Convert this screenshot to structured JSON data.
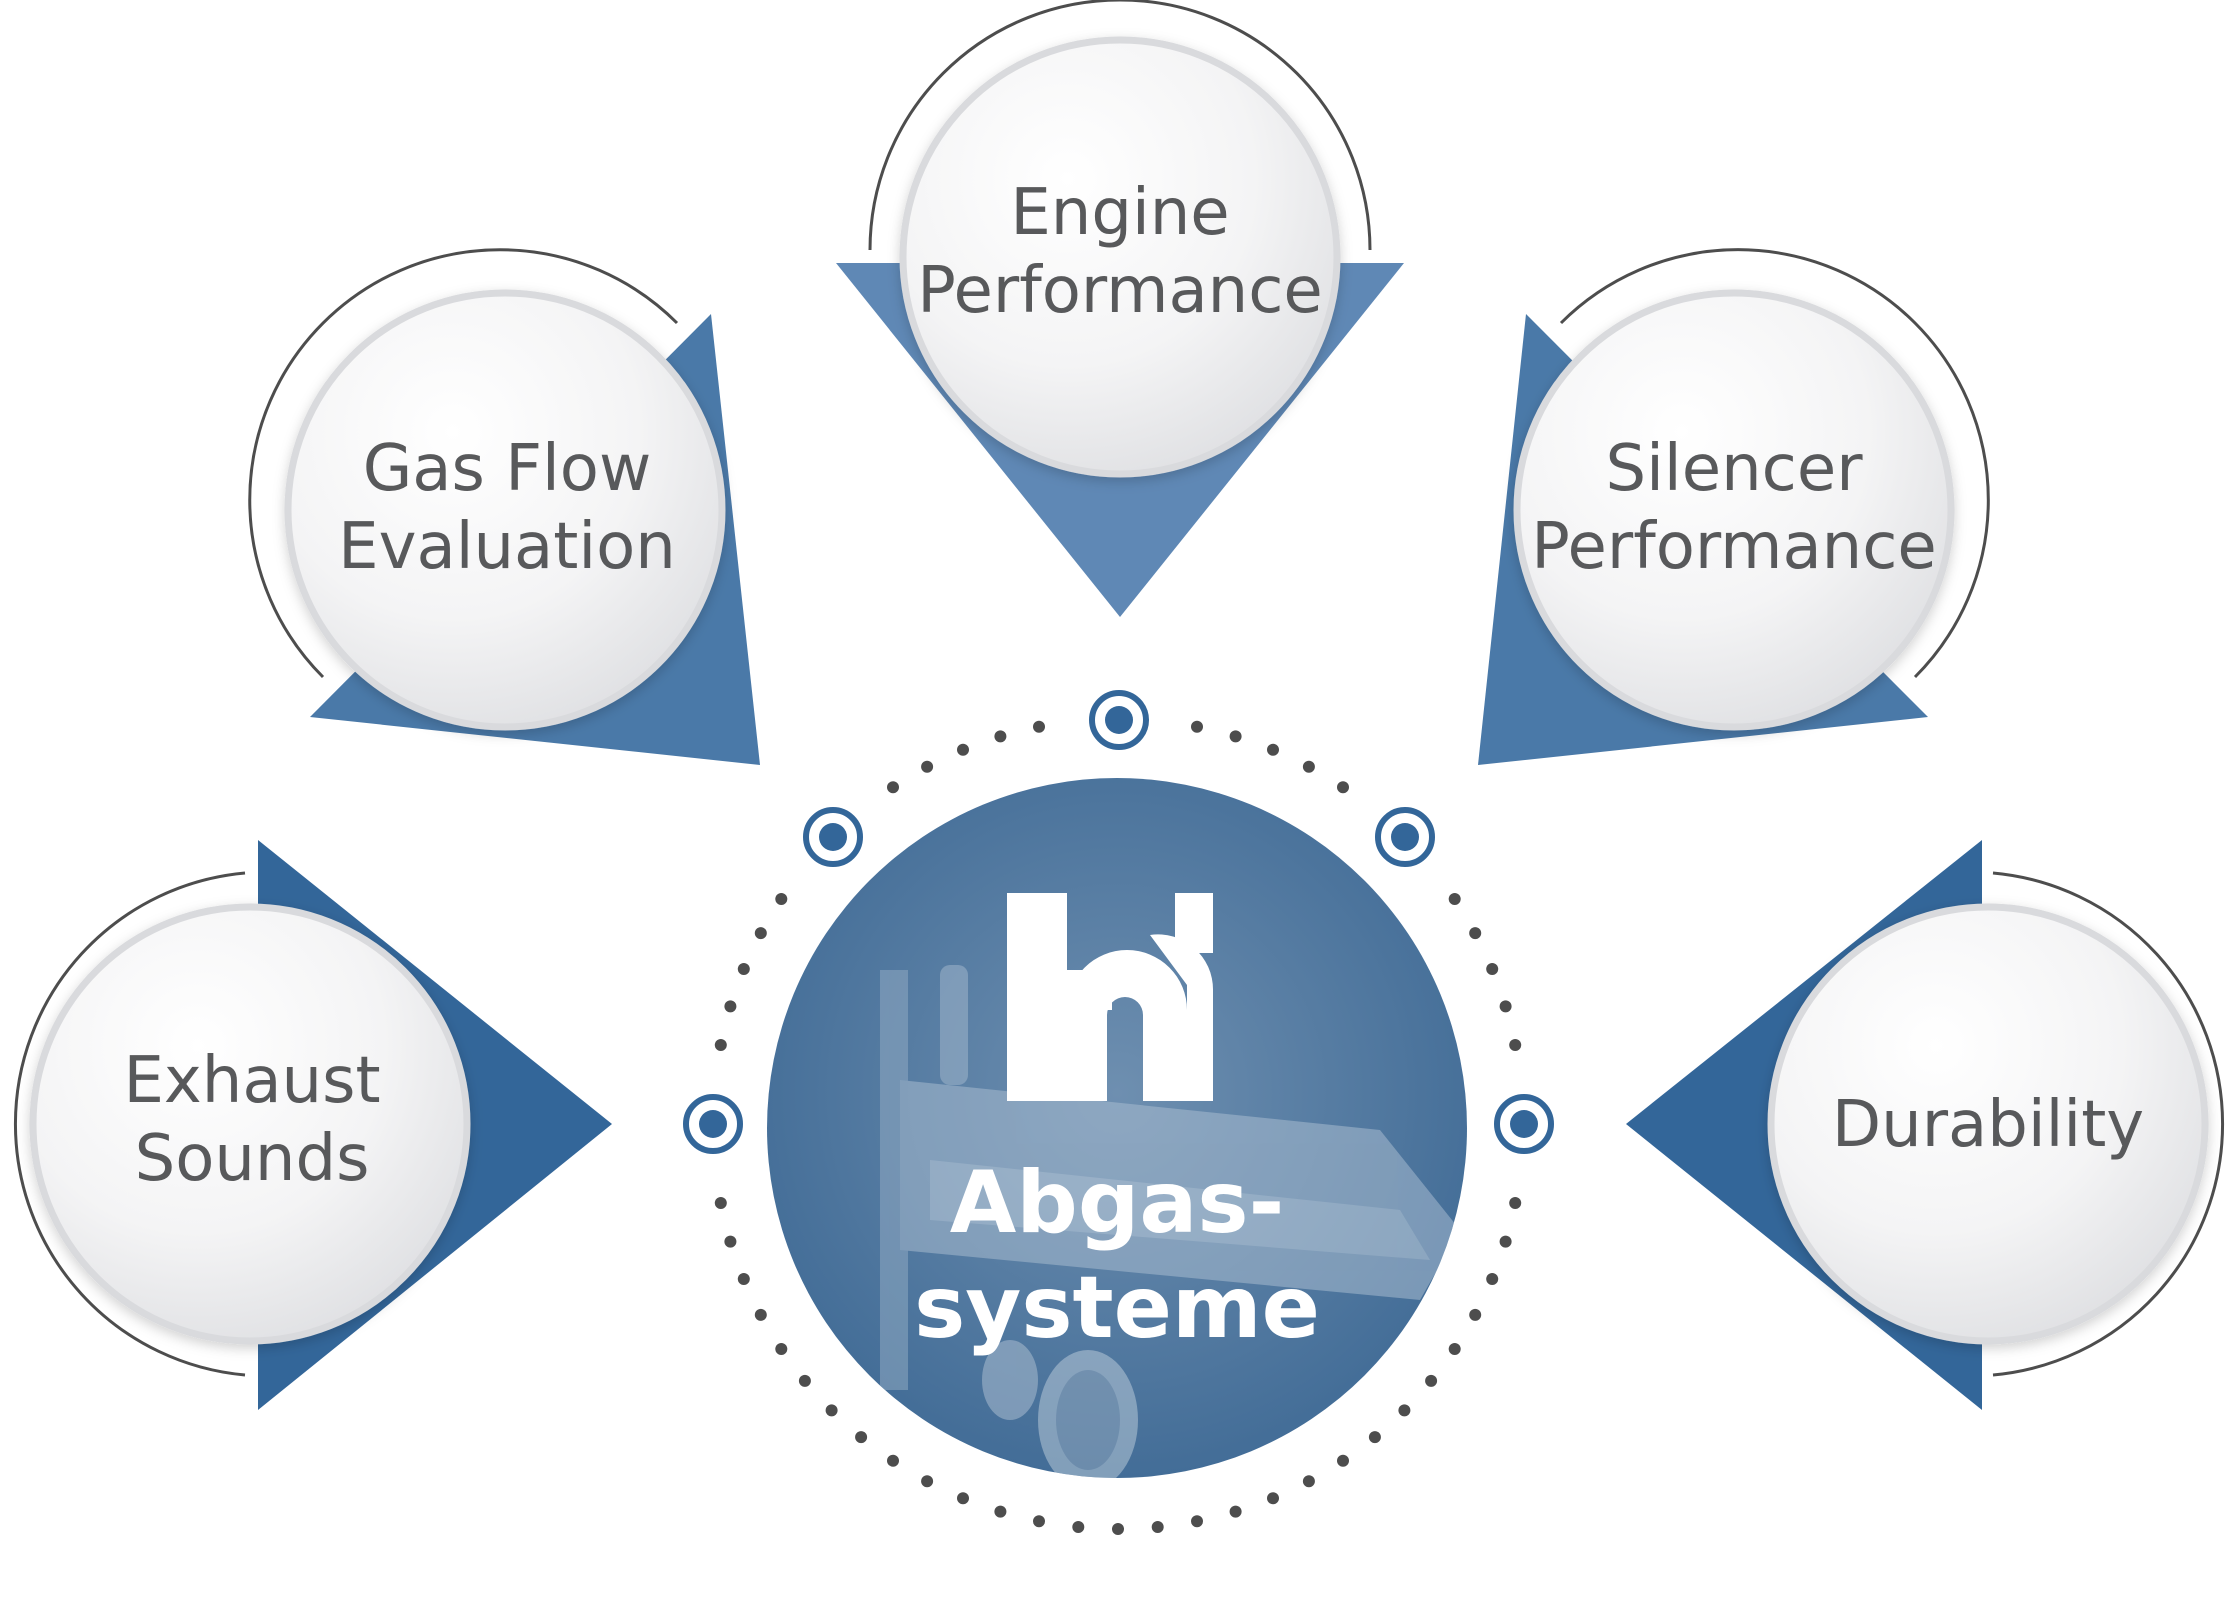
{
  "colors": {
    "primary_blue": "#336699",
    "mid_blue": "#4a79a8",
    "light_blue": "#5f88b5",
    "center_fill": "#46709b",
    "dot_gray": "#4d4d4d",
    "label_gray": "#58595b",
    "bubble_white": "#ffffff",
    "bubble_shade": "#e4e5e7"
  },
  "center": {
    "logo_icon": "hi-logo-icon",
    "title_line1": "Abgas-",
    "title_line2": "systeme"
  },
  "nodes": [
    {
      "id": "gas-flow",
      "line1": "Gas Flow",
      "line2": "Evaluation"
    },
    {
      "id": "engine",
      "line1": "Engine",
      "line2": "Performance"
    },
    {
      "id": "silencer",
      "line1": "Silencer",
      "line2": "Performance"
    },
    {
      "id": "exhaust",
      "line1": "Exhaust",
      "line2": "Sounds"
    },
    {
      "id": "durability",
      "line1": "Durability",
      "line2": ""
    }
  ]
}
